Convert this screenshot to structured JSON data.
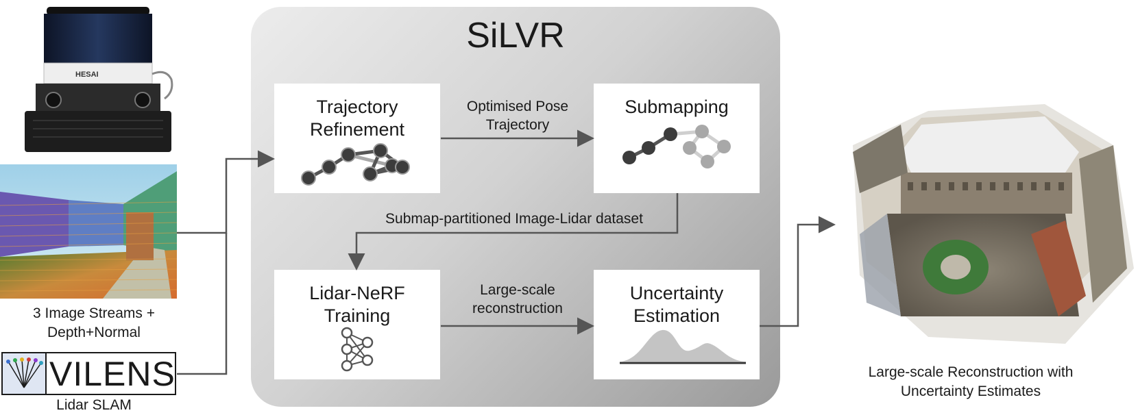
{
  "system_title": "SiLVR",
  "inputs": {
    "sensor_brand": "HESAI",
    "camera_caption_line1": "3 Image Streams +",
    "camera_caption_line2": "Depth+Normal",
    "vilens_logo_text": "VILENS",
    "vilens_caption": "Lidar SLAM"
  },
  "blocks": {
    "trajectory_refinement": {
      "line1": "Trajectory",
      "line2": "Refinement"
    },
    "submapping": {
      "line1": "Submapping"
    },
    "lidar_nerf_training": {
      "line1": "Lidar-NeRF",
      "line2": "Training"
    },
    "uncertainty_estimation": {
      "line1": "Uncertainty",
      "line2": "Estimation"
    }
  },
  "edges": {
    "traj_to_submap": {
      "line1": "Optimised Pose",
      "line2": "Trajectory"
    },
    "submap_to_nerf": {
      "line1": "Submap-partitioned Image-Lidar dataset"
    },
    "nerf_to_uncertainty": {
      "line1": "Large-scale",
      "line2": "reconstruction"
    }
  },
  "output": {
    "caption_line1": "Large-scale Reconstruction with",
    "caption_line2": "Uncertainty Estimates"
  },
  "colors": {
    "arrow": "#555555",
    "node_dark": "#3c3c3c",
    "node_light": "#a8a8a8",
    "panel_light": "#ececec",
    "panel_dark": "#9a9a9a"
  }
}
